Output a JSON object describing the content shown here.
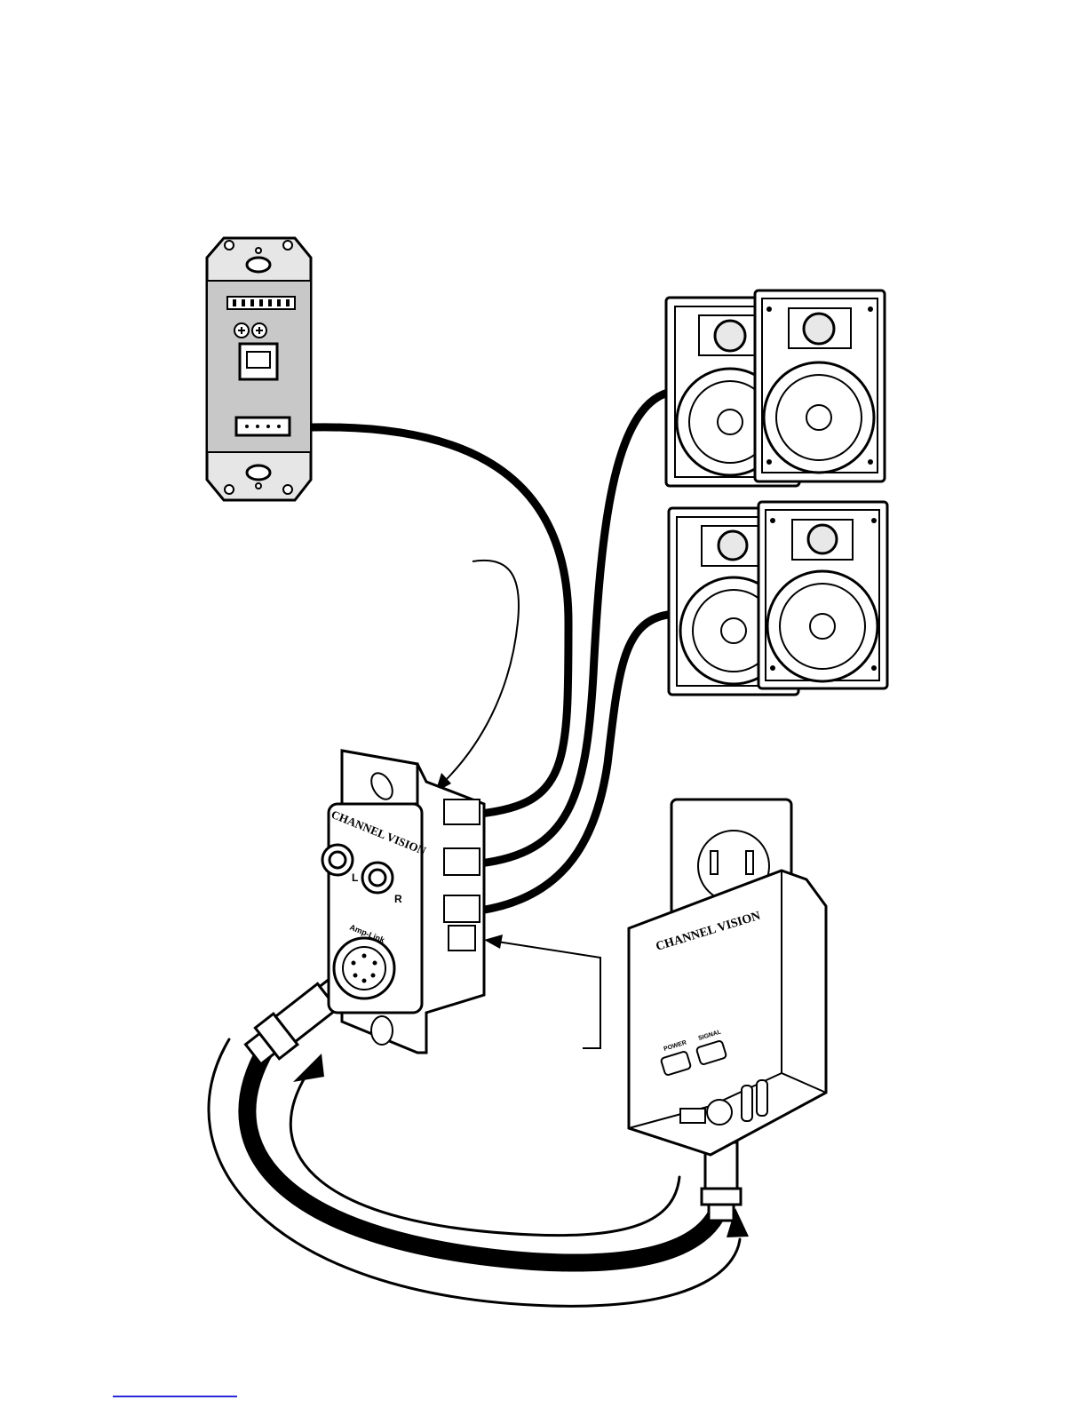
{
  "volume_control_module": {
    "brand": "CHANNEL VISION",
    "left_jack_label": "L",
    "right_jack_label": "R",
    "din_port_label": "Amp-Link"
  },
  "power_supply": {
    "brand": "CHANNEL VISION",
    "power_indicator_label": "POWER",
    "signal_indicator_label": "SIGNAL"
  },
  "colors": {
    "line": "#000000",
    "wall_plate_panel": "#c8c8c8",
    "wall_plate_frame": "#e6e6e6",
    "link_underline": "#2a2ad8"
  }
}
